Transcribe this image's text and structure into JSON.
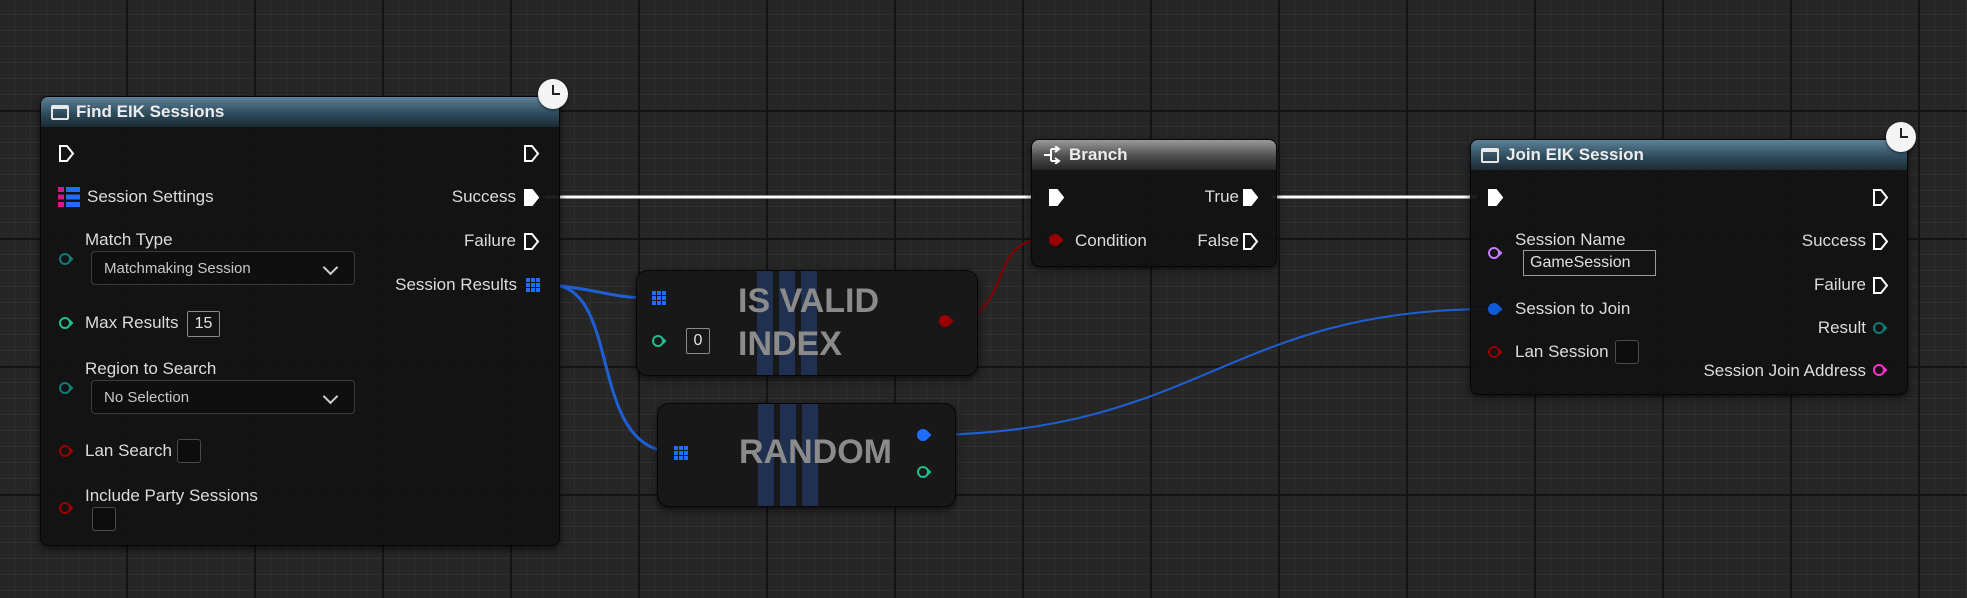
{
  "colors": {
    "exec": "#ffffff",
    "struct_array": "#1f6dff",
    "object": "#0f5ad6",
    "integer": "#1fbf8f",
    "boolean": "#9b0000",
    "string": "#c77dff",
    "text_pink": "#ff2fd0",
    "teal_struct": "#137a78",
    "function_header": "#3d6378",
    "branch_header": "#6e6e6e"
  },
  "find_node": {
    "title": "Find EIK Sessions",
    "icon": "function-icon",
    "latent_icon": "clock-icon",
    "inputs": {
      "session_settings": "Session Settings",
      "match_type": "Match Type",
      "match_type_value": "Matchmaking Session",
      "max_results": "Max Results",
      "max_results_value": "15",
      "region": "Region to Search",
      "region_value": "No Selection",
      "lan_search": "Lan Search",
      "include_party": "Include Party Sessions"
    },
    "outputs": {
      "success": "Success",
      "failure": "Failure",
      "session_results": "Session Results"
    }
  },
  "is_valid_node": {
    "title_line1": "IS VALID",
    "title_line2": "INDEX",
    "index_value": "0"
  },
  "random_node": {
    "title": "RANDOM"
  },
  "branch_node": {
    "title": "Branch",
    "icon": "branch-icon",
    "condition": "Condition",
    "true_label": "True",
    "false_label": "False"
  },
  "join_node": {
    "title": "Join EIK Session",
    "icon": "function-icon",
    "latent_icon": "clock-icon",
    "inputs": {
      "session_name": "Session Name",
      "session_name_value": "GameSession",
      "session_to_join": "Session to Join",
      "lan_session": "Lan Session"
    },
    "outputs": {
      "success": "Success",
      "failure": "Failure",
      "result": "Result",
      "join_address": "Session Join Address"
    }
  }
}
